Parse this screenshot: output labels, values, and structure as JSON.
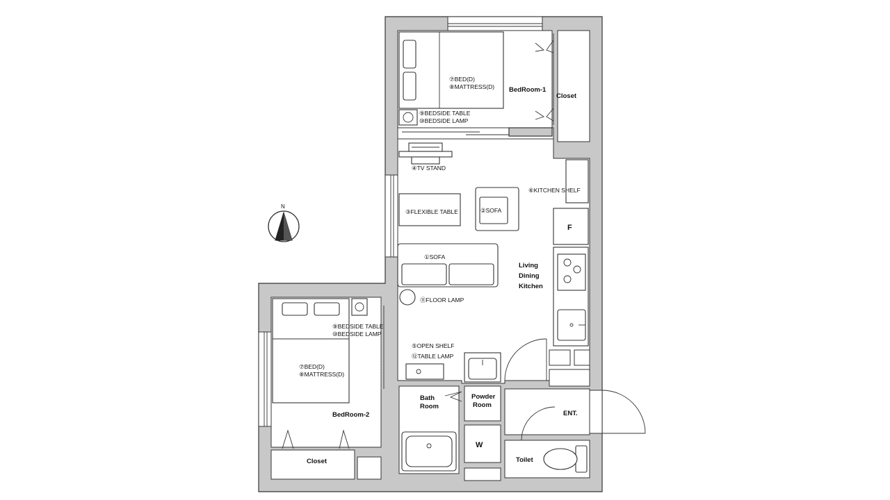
{
  "rooms": {
    "bedroom1": "BedRoom-1",
    "closet1": "Closet",
    "living1": "Living",
    "living2": "Dining",
    "living3": "Kitchen",
    "bedroom2": "BedRoom-2",
    "closet2": "Closet",
    "bath1": "Bath",
    "bath2": "Room",
    "powder1": "Powder",
    "powder2": "Room",
    "entrance": "ENT.",
    "toilet": "Toilet"
  },
  "fixtures": {
    "fridge": "F",
    "washer": "W"
  },
  "furniture": {
    "bed1_a": "⑦BED(D)",
    "bed1_b": "⑧MATTRESS(D)",
    "bedside1_a": "⑨BEDSIDE TABLE",
    "bedside1_b": "⑩BEDSIDE LAMP",
    "tv_stand": "④TV STAND",
    "kitchen_shelf": "⑥KITCHEN SHELF",
    "flexible_table": "③FLEXIBLE TABLE",
    "sofa2": "②SOFA",
    "sofa1": "①SOFA",
    "floor_lamp": "⑪FLOOR LAMP",
    "bedside2_a": "⑨BEDSIDE TABLE",
    "bedside2_b": "⑩BEDSIDE LAMP",
    "open_shelf": "⑤OPEN SHELF",
    "table_lamp": "⑫TABLE LAMP",
    "bed2_a": "⑦BED(D)",
    "bed2_b": "⑧MATTRESS(D)"
  },
  "compass": {
    "north": "N"
  },
  "colors": {
    "wall": "#c8c8c8",
    "line": "#333333",
    "floor": "#ffffff"
  }
}
